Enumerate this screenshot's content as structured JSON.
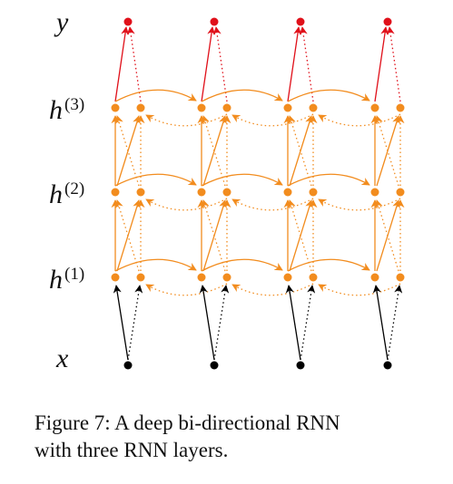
{
  "labels": {
    "y": "y",
    "h3": {
      "base": "h",
      "sup": "(3)"
    },
    "h2": {
      "base": "h",
      "sup": "(2)"
    },
    "h1": {
      "base": "h",
      "sup": "(1)"
    },
    "x": "x"
  },
  "caption": {
    "line1": "Figure 7: A deep bi-directional RNN",
    "line2": "with three RNN layers."
  },
  "colors": {
    "input": "#000000",
    "hidden": "#f28c1e",
    "output": "#e0101a"
  }
}
